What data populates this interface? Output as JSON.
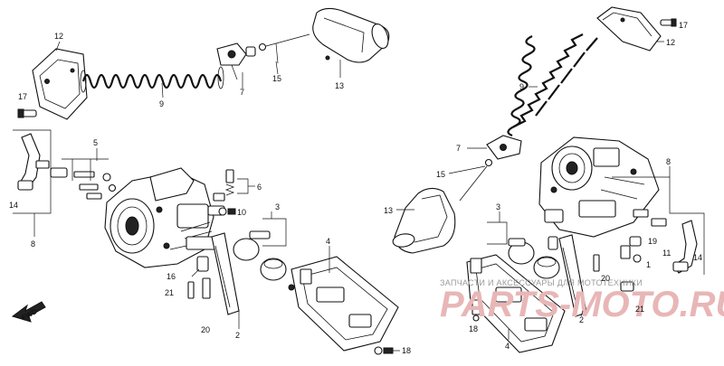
{
  "diagram": {
    "callouts": [
      {
        "id": "c12a",
        "text": "12"
      },
      {
        "id": "c17a",
        "text": "17"
      },
      {
        "id": "c9a",
        "text": "9"
      },
      {
        "id": "c7a",
        "text": "7"
      },
      {
        "id": "c15a",
        "text": "15"
      },
      {
        "id": "c13a",
        "text": "13"
      },
      {
        "id": "c5",
        "text": "5"
      },
      {
        "id": "c14a",
        "text": "14"
      },
      {
        "id": "c8a",
        "text": "8"
      },
      {
        "id": "c6",
        "text": "6"
      },
      {
        "id": "c10",
        "text": "10"
      },
      {
        "id": "c3a",
        "text": "3"
      },
      {
        "id": "c4a",
        "text": "4"
      },
      {
        "id": "c16",
        "text": "16"
      },
      {
        "id": "c21a",
        "text": "21"
      },
      {
        "id": "c20a",
        "text": "20"
      },
      {
        "id": "c2a",
        "text": "2"
      },
      {
        "id": "c18a",
        "text": "18"
      },
      {
        "id": "c17b",
        "text": "17"
      },
      {
        "id": "c12b",
        "text": "12"
      },
      {
        "id": "c9b",
        "text": "9"
      },
      {
        "id": "c7b",
        "text": "7"
      },
      {
        "id": "c15b",
        "text": "15"
      },
      {
        "id": "c13b",
        "text": "13"
      },
      {
        "id": "c8b",
        "text": "8"
      },
      {
        "id": "c3b",
        "text": "3"
      },
      {
        "id": "c19",
        "text": "19"
      },
      {
        "id": "c11",
        "text": "11"
      },
      {
        "id": "c14b",
        "text": "14"
      },
      {
        "id": "c1",
        "text": "1"
      },
      {
        "id": "c20b",
        "text": "20"
      },
      {
        "id": "c21b",
        "text": "21"
      },
      {
        "id": "c18b",
        "text": "18"
      },
      {
        "id": "c4b",
        "text": "4"
      },
      {
        "id": "c2b",
        "text": "2"
      }
    ],
    "fwd_label": "FWD",
    "watermark": {
      "top_text": "ЗАПЧАСТИ И АКСЕССУАРЫ ДЛЯ МОТОТЕХНИКИ",
      "brand_text": "PARTS-MOTO.RU"
    }
  }
}
